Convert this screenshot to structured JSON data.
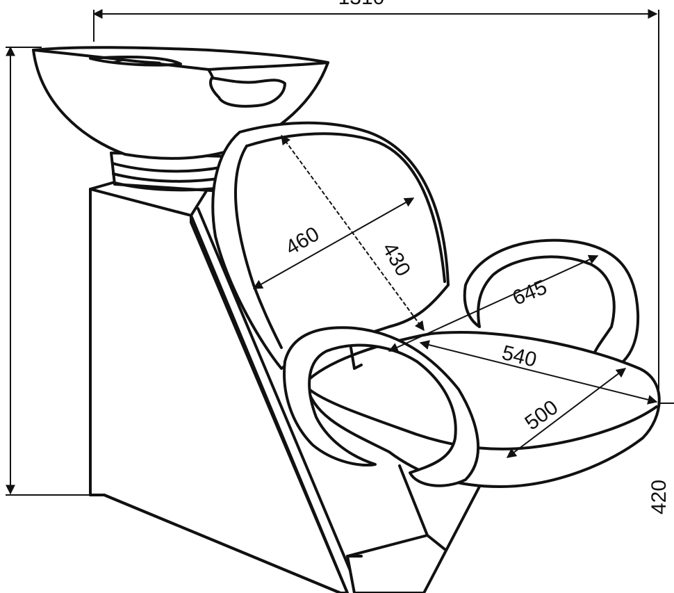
{
  "dimensions": {
    "overall_width": "1310",
    "overall_height": "",
    "seat_height": "420",
    "backrest_width": "460",
    "backrest_height": "430",
    "armrest_length": "645",
    "seat_depth": "540",
    "seat_width": "500"
  }
}
